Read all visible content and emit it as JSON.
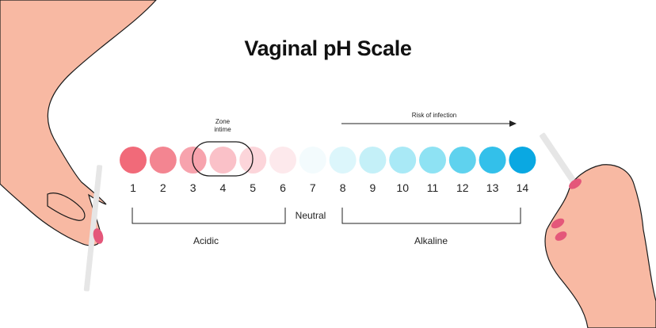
{
  "title": "Vaginal pH Scale",
  "zone_label": [
    "Zone",
    "intime"
  ],
  "risk_label": "Risk of infection",
  "scale": [
    {
      "value": "1",
      "color": "#f16a79"
    },
    {
      "value": "2",
      "color": "#f38591"
    },
    {
      "value": "3",
      "color": "#f7a3ad"
    },
    {
      "value": "4",
      "color": "#fac1c8"
    },
    {
      "value": "5",
      "color": "#fcd5da"
    },
    {
      "value": "6",
      "color": "#fde9ec"
    },
    {
      "value": "7",
      "color": "#f3fbfd"
    },
    {
      "value": "8",
      "color": "#dcf6fb"
    },
    {
      "value": "9",
      "color": "#c4f0f8"
    },
    {
      "value": "10",
      "color": "#a9e9f6"
    },
    {
      "value": "11",
      "color": "#8ee2f3"
    },
    {
      "value": "12",
      "color": "#5fd2ee"
    },
    {
      "value": "13",
      "color": "#33c0ea"
    },
    {
      "value": "14",
      "color": "#0aa8e2"
    }
  ],
  "groups": {
    "acidic": "Acidic",
    "neutral": "Neutral",
    "alkaline": "Alkaline"
  },
  "colors": {
    "skin": "#f8b9a3",
    "skin_outline": "#1a1a1a",
    "nail": "#e4577a",
    "strip": "#e6e6e6"
  }
}
